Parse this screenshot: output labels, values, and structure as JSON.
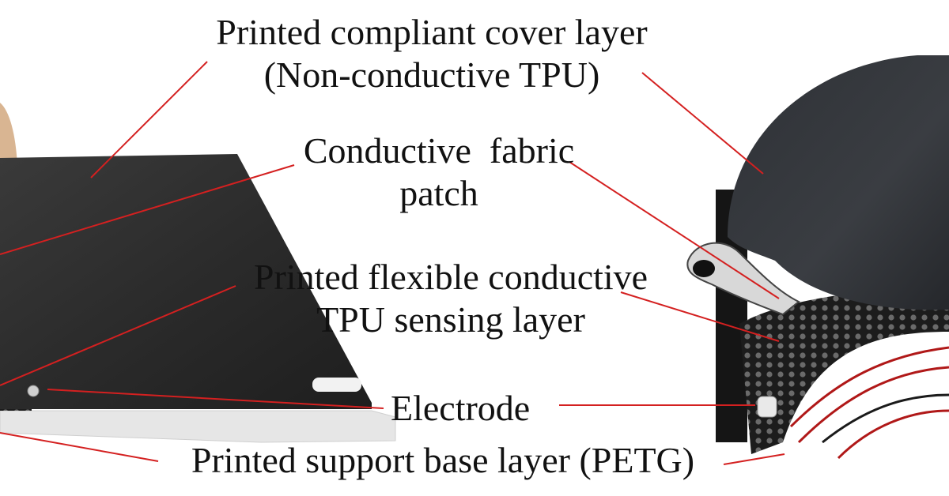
{
  "labels": {
    "cover_line1": "Printed compliant cover layer",
    "cover_line2": "(Non-conductive TPU)",
    "fabric_line1": "Conductive  fabric",
    "fabric_line2": "patch",
    "sensing_line1": "Printed flexible conductive",
    "sensing_line2": "TPU sensing layer",
    "electrode": "Electrode",
    "base": "Printed support base layer (PETG)"
  },
  "colors": {
    "leader_line": "#d42020",
    "pad_dark": "#2a2a2a",
    "base_light": "#e6e6e6",
    "background": "#ffffff"
  }
}
